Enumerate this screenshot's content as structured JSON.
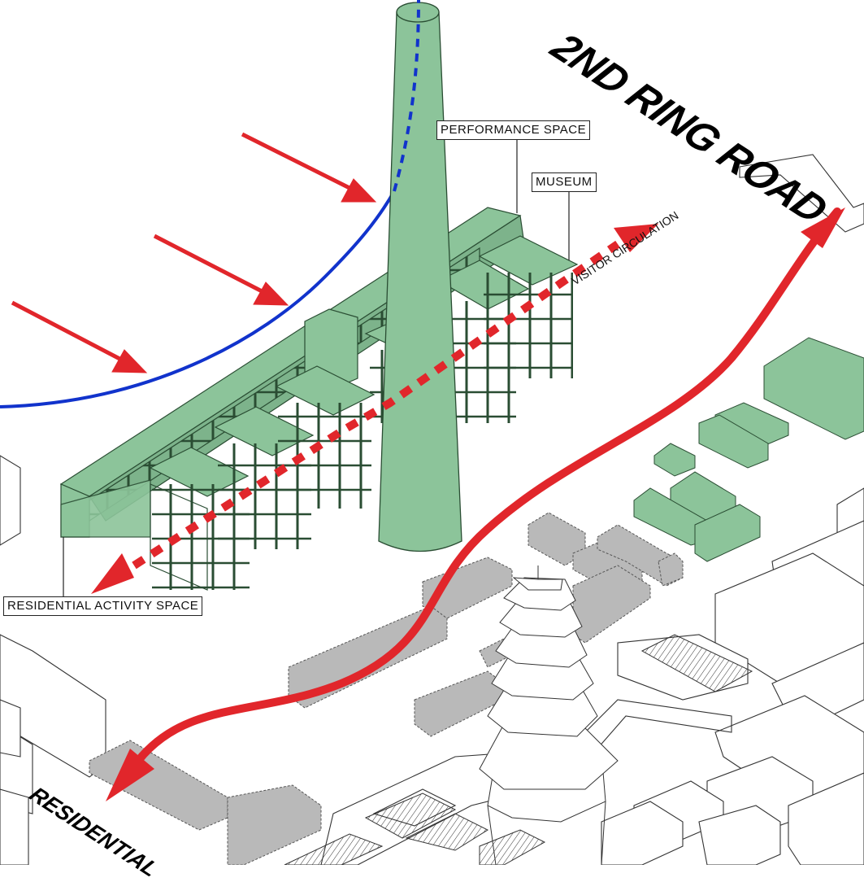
{
  "labels": {
    "ring_road": "2ND RING ROAD",
    "residential": "RESIDENTIAL",
    "performance_space": "PERFORMANCE SPACE",
    "museum": "MUSEUM",
    "visitor_circulation": "VISITOR CIRCULATION",
    "residential_activity_space": "RESIDENTIAL ACTIVITY SPACE"
  },
  "colors": {
    "green_fill": "#8cc49a",
    "green_stroke": "#2a4d33",
    "red_arrow": "#e1262b",
    "blue_line": "#1133cc",
    "gray_block": "#b9b9b9",
    "line": "#333333"
  }
}
